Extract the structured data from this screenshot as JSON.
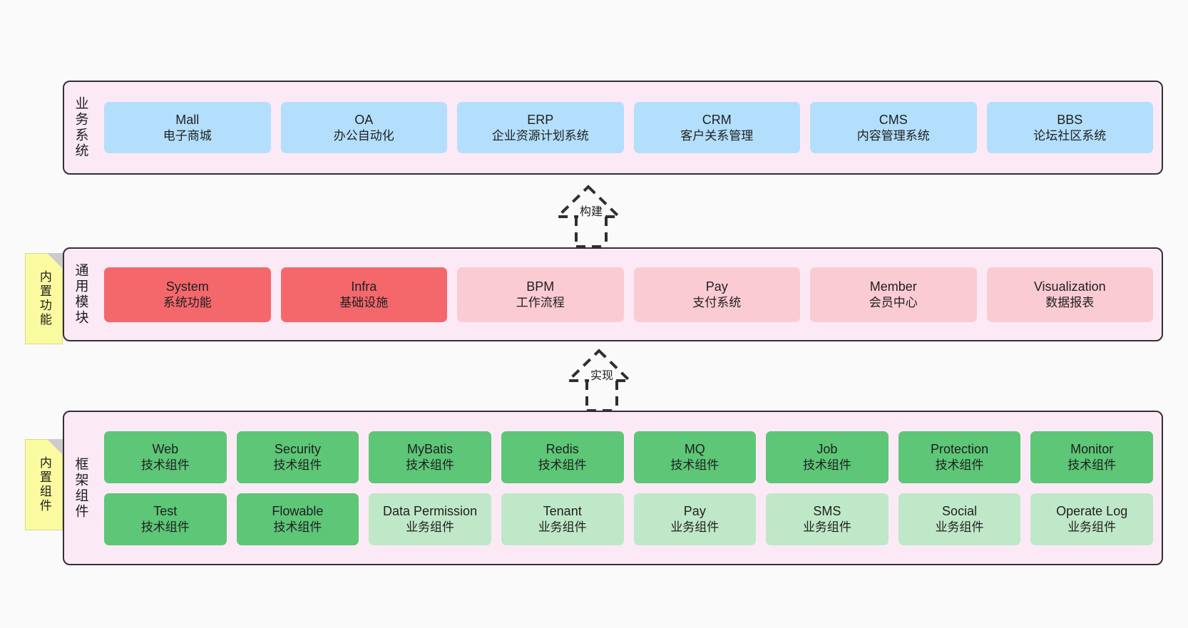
{
  "diagram": {
    "title_present": false,
    "background": "#fafafa",
    "border_color": "#333033",
    "layer_background": "#fbeaf6",
    "note_background": "#fafaa0"
  },
  "layers": [
    {
      "id": "business",
      "label": "业务系统",
      "note": null,
      "rows": [
        {
          "cards": [
            {
              "en": "Mall",
              "cn": "电子商城",
              "color": "#b3dffc",
              "variant": "c-blue"
            },
            {
              "en": "OA",
              "cn": "办公自动化",
              "color": "#b3dffc",
              "variant": "c-blue"
            },
            {
              "en": "ERP",
              "cn": "企业资源计划系统",
              "color": "#b3dffc",
              "variant": "c-blue"
            },
            {
              "en": "CRM",
              "cn": "客户关系管理",
              "color": "#b3dffc",
              "variant": "c-blue"
            },
            {
              "en": "CMS",
              "cn": "内容管理系统",
              "color": "#b3dffc",
              "variant": "c-blue"
            },
            {
              "en": "BBS",
              "cn": "论坛社区系统",
              "color": "#b3dffc",
              "variant": "c-blue"
            }
          ]
        }
      ]
    },
    {
      "id": "common",
      "label": "通用模块",
      "note": "内置功能",
      "rows": [
        {
          "cards": [
            {
              "en": "System",
              "cn": "系统功能",
              "color": "#f4686c",
              "variant": "c-red"
            },
            {
              "en": "Infra",
              "cn": "基础设施",
              "color": "#f4686c",
              "variant": "c-red"
            },
            {
              "en": "BPM",
              "cn": "工作流程",
              "color": "#fbcbd4",
              "variant": "c-pink"
            },
            {
              "en": "Pay",
              "cn": "支付系统",
              "color": "#fbcbd4",
              "variant": "c-pink"
            },
            {
              "en": "Member",
              "cn": "会员中心",
              "color": "#fbcbd4",
              "variant": "c-pink"
            },
            {
              "en": "Visualization",
              "cn": "数据报表",
              "color": "#fbcbd4",
              "variant": "c-pink"
            }
          ]
        }
      ]
    },
    {
      "id": "framework",
      "label": "框架组件",
      "note": "内置组件",
      "rows": [
        {
          "cards": [
            {
              "en": "Web",
              "cn": "技术组件",
              "color": "#5dc677",
              "variant": "c-green"
            },
            {
              "en": "Security",
              "cn": "技术组件",
              "color": "#5dc677",
              "variant": "c-green"
            },
            {
              "en": "MyBatis",
              "cn": "技术组件",
              "color": "#5dc677",
              "variant": "c-green"
            },
            {
              "en": "Redis",
              "cn": "技术组件",
              "color": "#5dc677",
              "variant": "c-green"
            },
            {
              "en": "MQ",
              "cn": "技术组件",
              "color": "#5dc677",
              "variant": "c-green"
            },
            {
              "en": "Job",
              "cn": "技术组件",
              "color": "#5dc677",
              "variant": "c-green"
            },
            {
              "en": "Protection",
              "cn": "技术组件",
              "color": "#5dc677",
              "variant": "c-green"
            },
            {
              "en": "Monitor",
              "cn": "技术组件",
              "color": "#5dc677",
              "variant": "c-green"
            }
          ]
        },
        {
          "cards": [
            {
              "en": "Test",
              "cn": "技术组件",
              "color": "#5dc677",
              "variant": "c-green"
            },
            {
              "en": "Flowable",
              "cn": "技术组件",
              "color": "#5dc677",
              "variant": "c-green"
            },
            {
              "en": "Data Permission",
              "cn": "业务组件",
              "color": "#bfe8c8",
              "variant": "c-greenlight"
            },
            {
              "en": "Tenant",
              "cn": "业务组件",
              "color": "#bfe8c8",
              "variant": "c-greenlight"
            },
            {
              "en": "Pay",
              "cn": "业务组件",
              "color": "#bfe8c8",
              "variant": "c-greenlight"
            },
            {
              "en": "SMS",
              "cn": "业务组件",
              "color": "#bfe8c8",
              "variant": "c-greenlight"
            },
            {
              "en": "Social",
              "cn": "业务组件",
              "color": "#bfe8c8",
              "variant": "c-greenlight"
            },
            {
              "en": "Operate Log",
              "cn": "业务组件",
              "color": "#bfe8c8",
              "variant": "c-greenlight"
            }
          ]
        }
      ]
    }
  ],
  "connectors": [
    {
      "id": "build",
      "label": "构建",
      "from": "common",
      "to": "business",
      "style": "dashed-generalization"
    },
    {
      "id": "impl",
      "label": "实现",
      "from": "framework",
      "to": "common",
      "style": "dashed-generalization"
    }
  ]
}
